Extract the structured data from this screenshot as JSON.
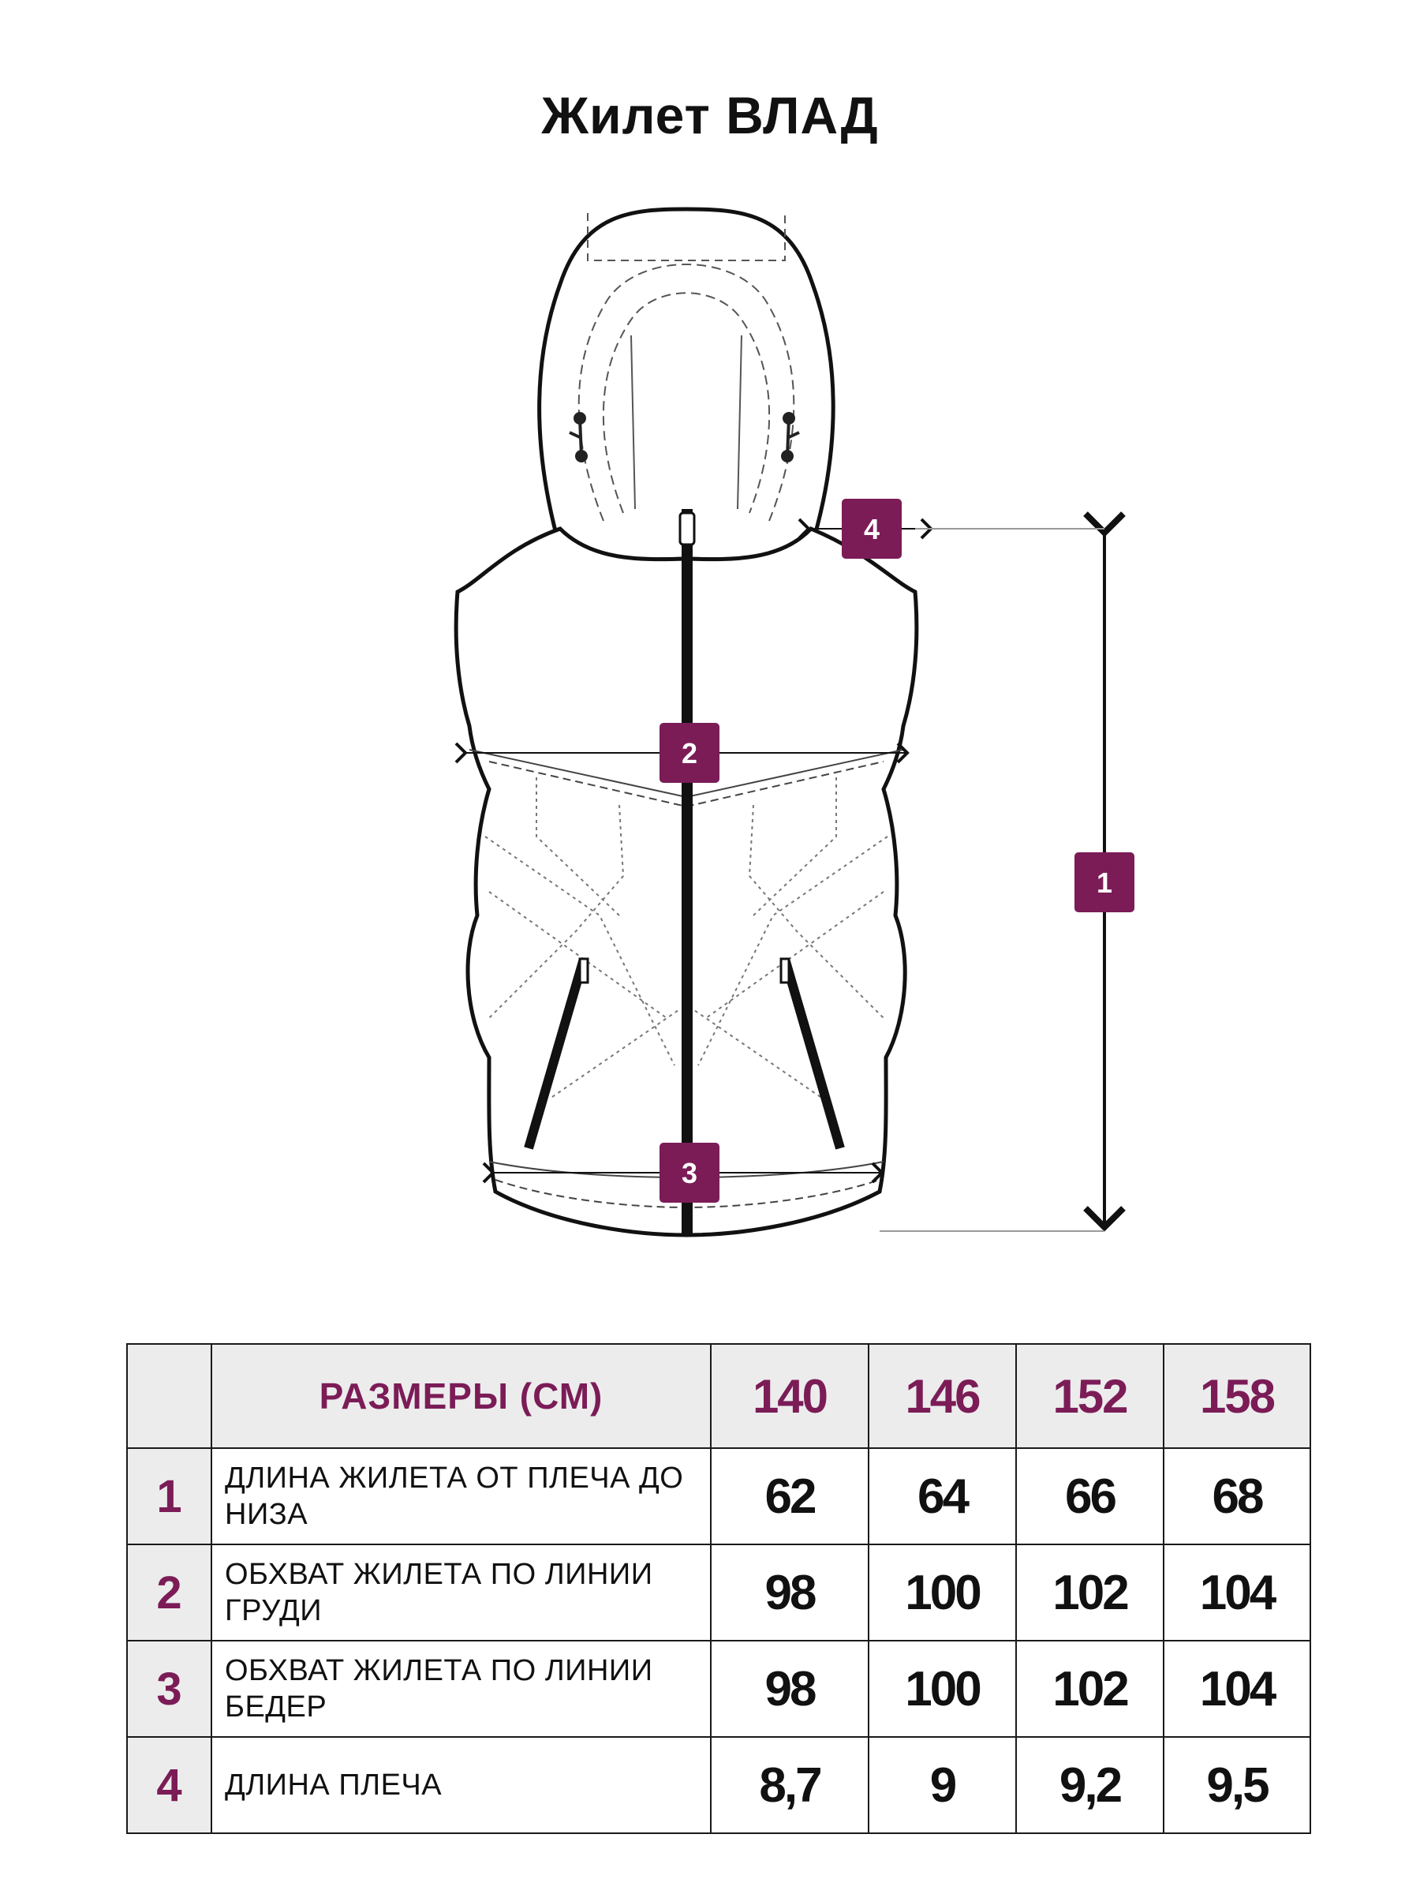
{
  "title": "Жилет ВЛАД",
  "accent_color": "#7b1c57",
  "diagram": {
    "markers": [
      "1",
      "2",
      "3",
      "4"
    ]
  },
  "table": {
    "header_label": "РАЗМЕРЫ (СМ)",
    "sizes": [
      "140",
      "146",
      "152",
      "158"
    ],
    "rows": [
      {
        "num": "1",
        "desc": "ДЛИНА ЖИЛЕТА ОТ ПЛЕЧА ДО НИЗА",
        "values": [
          "62",
          "64",
          "66",
          "68"
        ]
      },
      {
        "num": "2",
        "desc": "ОБХВАТ ЖИЛЕТА ПО ЛИНИИ ГРУДИ",
        "values": [
          "98",
          "100",
          "102",
          "104"
        ]
      },
      {
        "num": "3",
        "desc": "ОБХВАТ ЖИЛЕТА  ПО ЛИНИИ БЕДЕР",
        "values": [
          "98",
          "100",
          "102",
          "104"
        ]
      },
      {
        "num": "4",
        "desc": "ДЛИНА ПЛЕЧА",
        "values": [
          "8,7",
          "9",
          "9,2",
          "9,5"
        ]
      }
    ]
  }
}
